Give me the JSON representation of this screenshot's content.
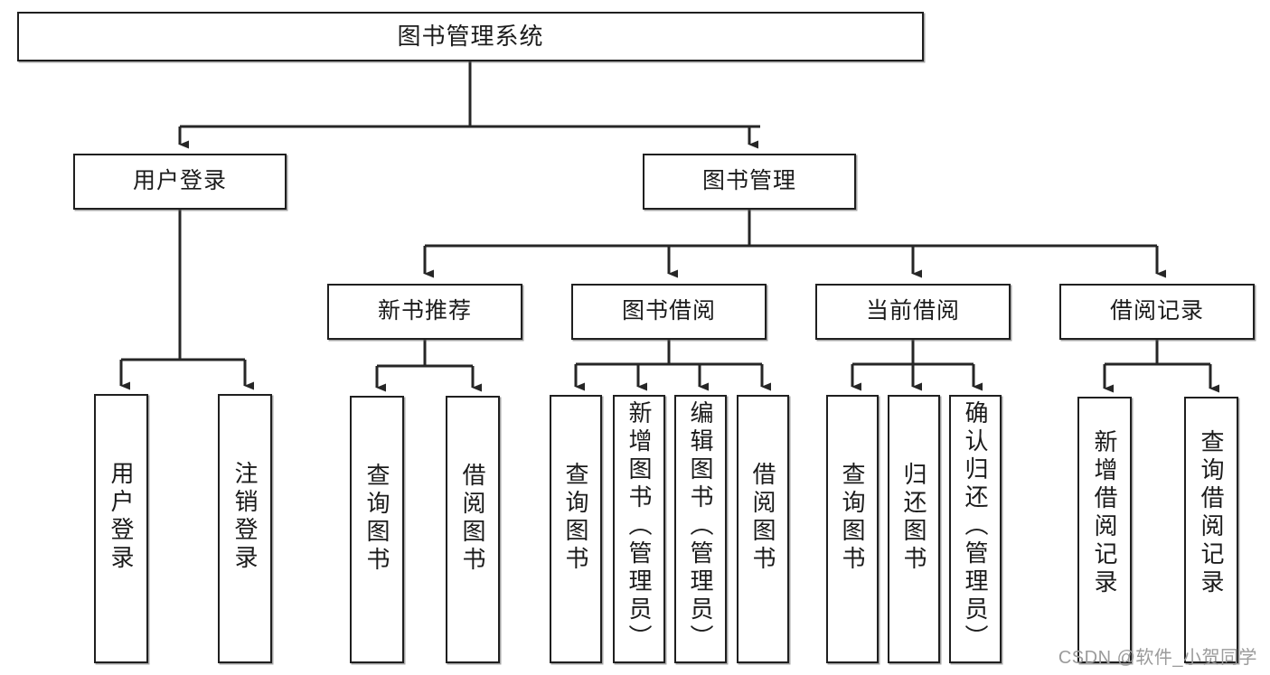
{
  "diagram": {
    "title": "图书管理系统",
    "type": "tree-hierarchy-functional-structure",
    "watermark": "CSDN @软件_小贺同学",
    "colors": {
      "box_border": "#1f1f1f",
      "box_fill": "#ffffff",
      "edge": "#262626",
      "text": "#1b1b1b",
      "watermark": "#9b9b9b"
    },
    "levels": {
      "root": {
        "label": "图书管理系统"
      },
      "level2": [
        {
          "id": "user-login",
          "label": "用户登录"
        },
        {
          "id": "book-management",
          "label": "图书管理"
        }
      ],
      "level3": [
        {
          "id": "new-book-recommend",
          "label": "新书推荐",
          "parent": "book-management"
        },
        {
          "id": "book-borrow",
          "label": "图书借阅",
          "parent": "book-management"
        },
        {
          "id": "current-borrow",
          "label": "当前借阅",
          "parent": "book-management"
        },
        {
          "id": "borrow-record",
          "label": "借阅记录",
          "parent": "book-management"
        }
      ],
      "leaves": [
        {
          "id": "leaf-user-login",
          "label": "用户登录",
          "parent": "user-login"
        },
        {
          "id": "leaf-logout-login",
          "label": "注销登录",
          "parent": "user-login"
        },
        {
          "id": "leaf-query-book-1",
          "label": "查询图书",
          "parent": "new-book-recommend"
        },
        {
          "id": "leaf-borrow-book-1",
          "label": "借阅图书",
          "parent": "new-book-recommend"
        },
        {
          "id": "leaf-query-book-2",
          "label": "查询图书",
          "parent": "book-borrow"
        },
        {
          "id": "leaf-add-book",
          "label": "新增图书（管理员）",
          "parent": "book-borrow"
        },
        {
          "id": "leaf-edit-book",
          "label": "编辑图书（管理员）",
          "parent": "book-borrow"
        },
        {
          "id": "leaf-borrow-book-2",
          "label": "借阅图书",
          "parent": "book-borrow"
        },
        {
          "id": "leaf-query-book-3",
          "label": "查询图书",
          "parent": "current-borrow"
        },
        {
          "id": "leaf-return-book",
          "label": "归还图书",
          "parent": "current-borrow"
        },
        {
          "id": "leaf-confirm-return",
          "label": "确认归还（管理员）",
          "parent": "current-borrow"
        },
        {
          "id": "leaf-add-record",
          "label": "新增借阅记录",
          "parent": "borrow-record"
        },
        {
          "id": "leaf-query-record",
          "label": "查询借阅记录",
          "parent": "borrow-record"
        }
      ]
    }
  }
}
